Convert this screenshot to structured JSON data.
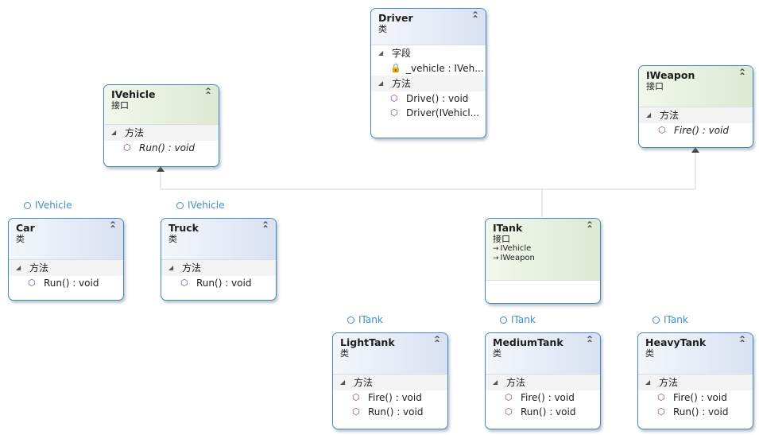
{
  "section_methods": "方法",
  "section_fields": "字段",
  "kind_class": "类",
  "kind_interface": "接口",
  "collapse_glyph": "⌃",
  "ivehicle": {
    "name": "IVehicle",
    "members": [
      "Run() : void"
    ]
  },
  "iweapon": {
    "name": "IWeapon",
    "members": [
      "Fire() : void"
    ]
  },
  "driver": {
    "name": "Driver",
    "fields": [
      "_vehicle : IVeh..."
    ],
    "methods": [
      "Drive() : void",
      "Driver(IVehicl..."
    ]
  },
  "car": {
    "name": "Car",
    "implements": "IVehicle",
    "methods": [
      "Run() : void"
    ]
  },
  "truck": {
    "name": "Truck",
    "implements": "IVehicle",
    "methods": [
      "Run() : void"
    ]
  },
  "itank": {
    "name": "ITank",
    "inherits": [
      "IVehicle",
      "IWeapon"
    ]
  },
  "lighttank": {
    "name": "LightTank",
    "implements": "ITank",
    "methods": [
      "Fire() : void",
      "Run() : void"
    ]
  },
  "mediumtank": {
    "name": "MediumTank",
    "implements": "ITank",
    "methods": [
      "Fire() : void",
      "Run() : void"
    ]
  },
  "heavytank": {
    "name": "HeavyTank",
    "implements": "ITank",
    "methods": [
      "Fire() : void",
      "Run() : void"
    ]
  }
}
